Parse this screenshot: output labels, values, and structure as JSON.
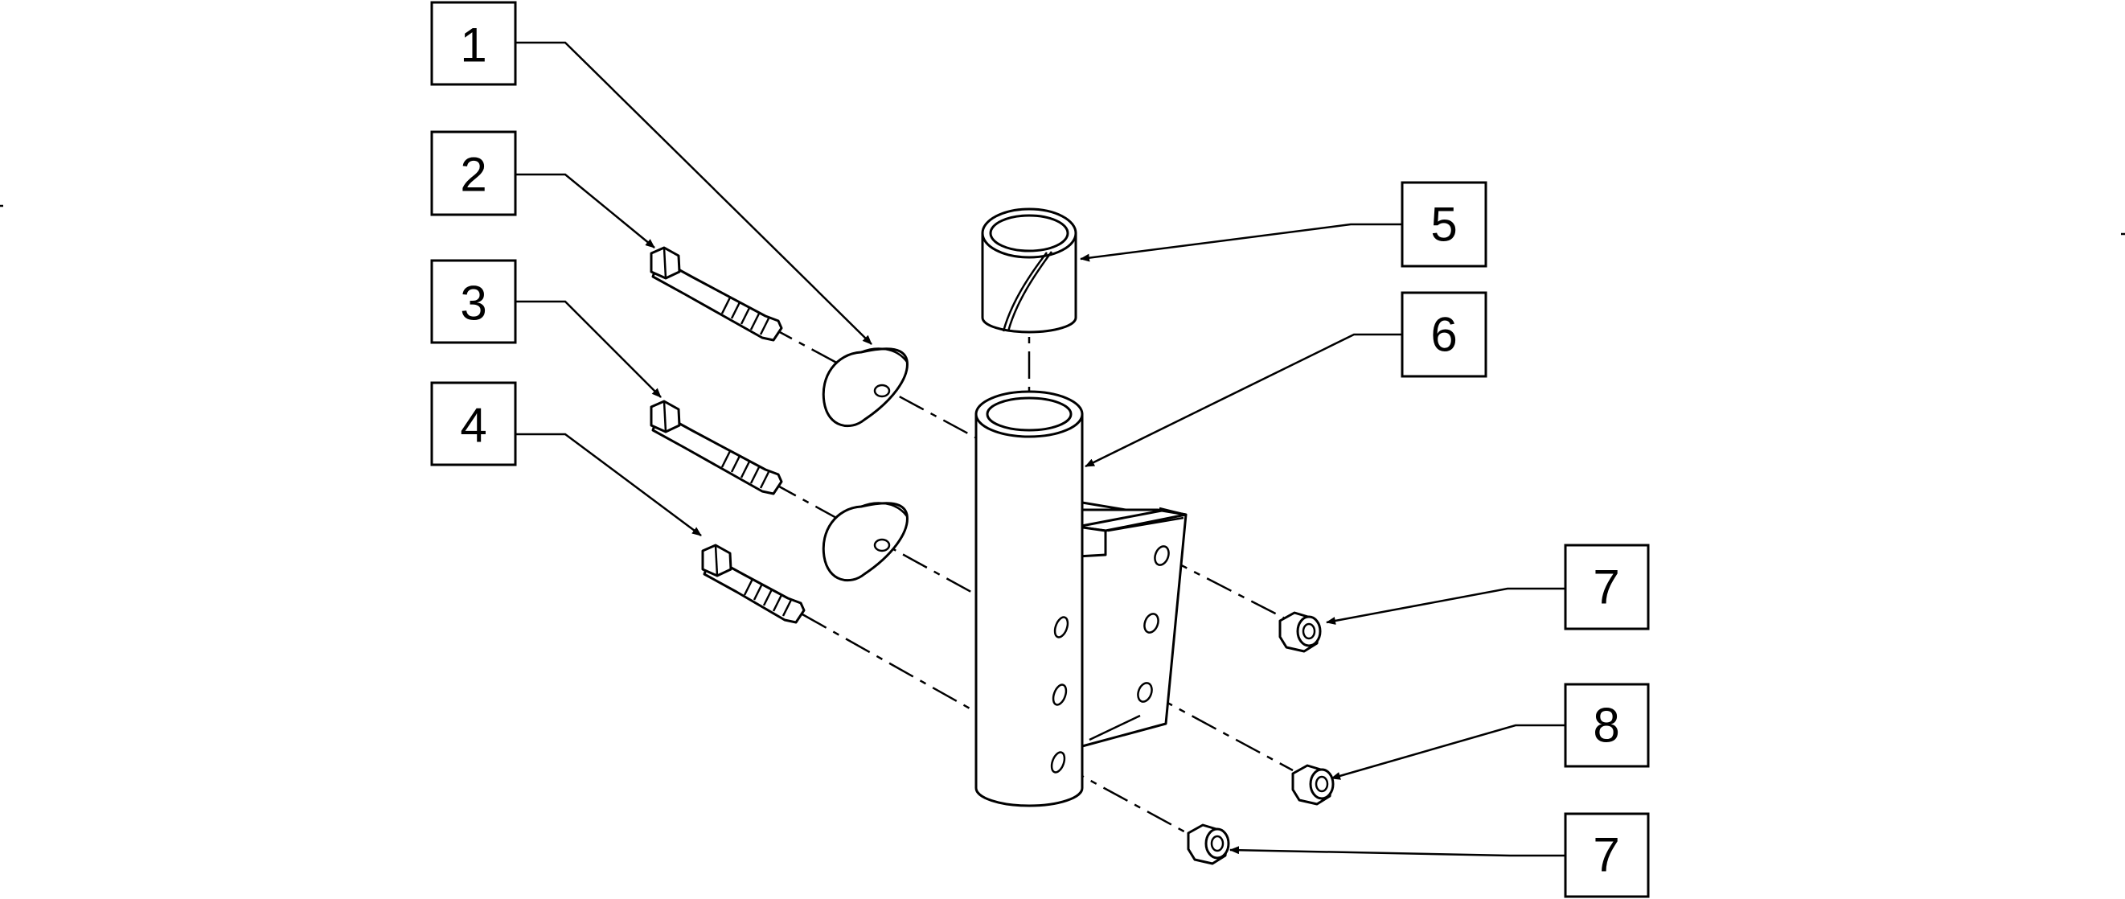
{
  "callouts": [
    {
      "number": "1",
      "part": "spacer"
    },
    {
      "number": "2",
      "part": "hex bolt"
    },
    {
      "number": "3",
      "part": "hex bolt"
    },
    {
      "number": "4",
      "part": "hex bolt"
    },
    {
      "number": "5",
      "part": "split bushing"
    },
    {
      "number": "6",
      "part": "tube with mounting plate"
    },
    {
      "number": "7",
      "part": "lock nut"
    },
    {
      "number": "8",
      "part": "lock nut"
    },
    {
      "number": "7",
      "part": "lock nut"
    }
  ],
  "colors": {
    "line": "#000000",
    "background": "#ffffff"
  }
}
